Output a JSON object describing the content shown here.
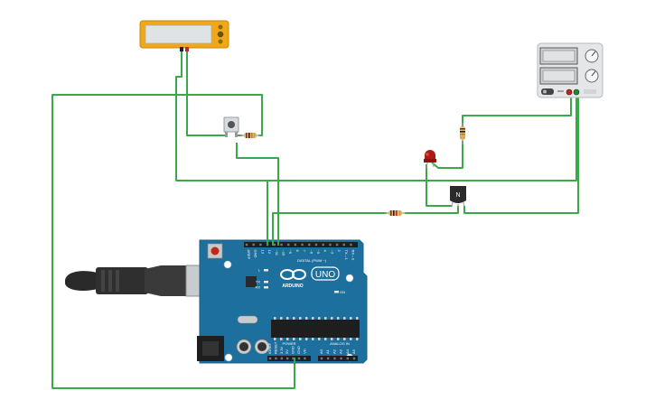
{
  "arduino": {
    "logo_text": "ARDUINO",
    "model": "UNO",
    "digital_label": "DIGITAL (PWM ~)",
    "power_label": "POWER",
    "analog_label": "ANALOG IN",
    "top_pins": [
      "AREF",
      "GND",
      "13",
      "12",
      "~11",
      "~10",
      "~9",
      "8",
      "7",
      "~6",
      "~5",
      "4",
      "~3",
      "2",
      "TX→1",
      "RX←0"
    ],
    "analog_pins": [
      "A0",
      "A1",
      "A2",
      "A3",
      "A4",
      "A5"
    ],
    "power_pins": [
      "IOREF",
      "RESET",
      "3.3V",
      "5V",
      "GND",
      "GND",
      "Vin"
    ],
    "led_labels": [
      "L",
      "TX",
      "RX"
    ],
    "on_label": "ON"
  },
  "transistor": {
    "marking": "N"
  },
  "colors": {
    "wire": "#3aa94a",
    "board": "#1d6f9e",
    "board_edge": "#195f86",
    "lcd_frame": "#f0a818",
    "lcd_screen": "#dfe3e6",
    "led": "#b01a14",
    "supply_body": "#e4e6e8"
  }
}
